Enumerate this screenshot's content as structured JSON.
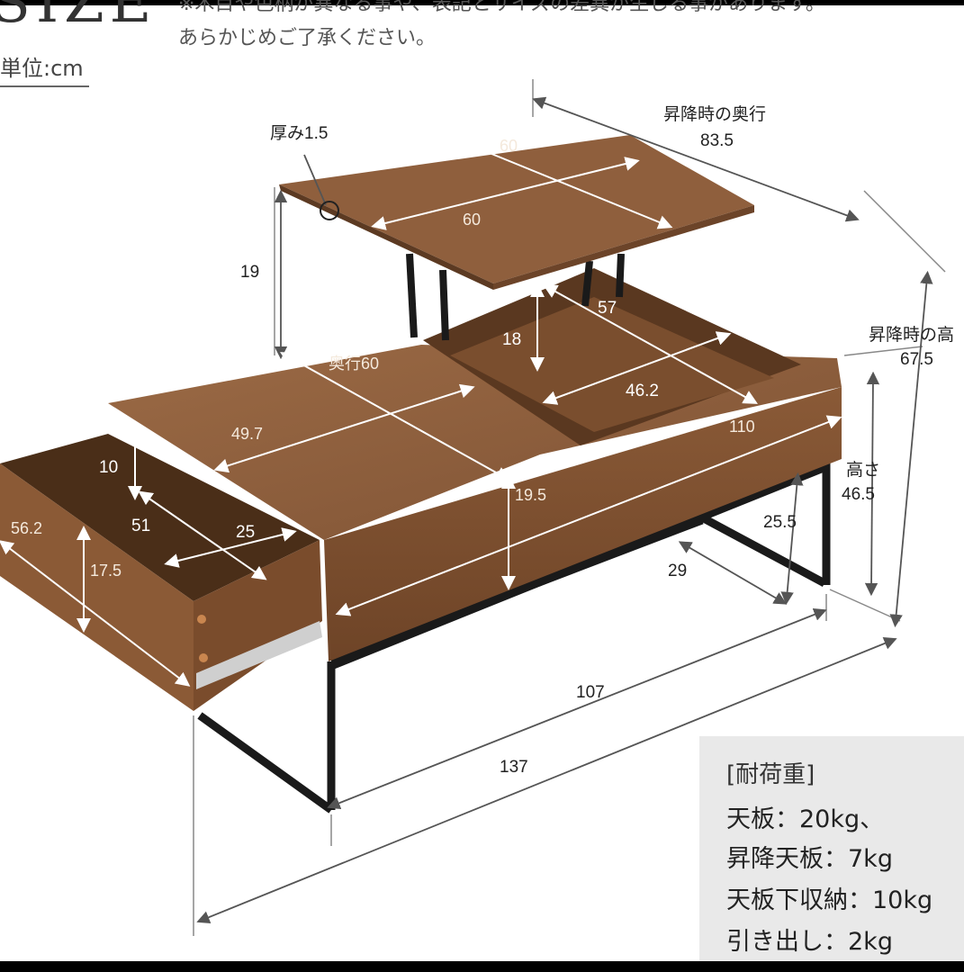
{
  "header": {
    "title": "SIZE",
    "notice_line1": "※木目や色柄が異なる事や、表記とサイズの差異が生じる事があります。",
    "notice_line2": "あらかじめご了承ください。",
    "unit": "単位:cm"
  },
  "dimensions": {
    "thickness": "厚み1.5",
    "top_width": "60",
    "top_depth": "60",
    "lift_depth_label": "昇降時の奥行",
    "lift_depth_value": "83.5",
    "lift_height_label": "昇降時の高",
    "lift_height_value": "67.5",
    "lift_gap": "19",
    "depth_label": "奥行60",
    "storage_w": "57",
    "storage_h": "18",
    "storage_d": "46.2",
    "table_w": "110",
    "inner_w": "49.7",
    "front_h": "19.5",
    "height_label": "高さ",
    "height_value": "46.5",
    "drawer_h": "10",
    "drawer_d": "51",
    "drawer_w": "25",
    "drawer_outer": "56.2",
    "drawer_front_h": "17.5",
    "leg_h": "25.5",
    "leg_d": "29",
    "leg_span": "107",
    "total_w": "137"
  },
  "load_capacity": {
    "title": "[耐荷重]",
    "items": [
      "天板：20kg、",
      "昇降天板：7kg",
      "天板下収納：10kg",
      "引き出し：2kg"
    ]
  }
}
